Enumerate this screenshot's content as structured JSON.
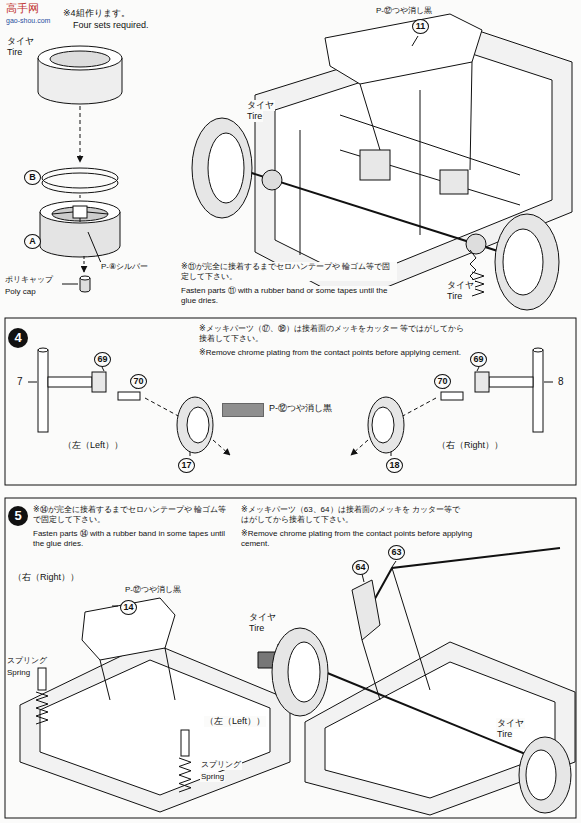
{
  "diagram": {
    "nodes": [
      {
        "text": [
          "4"
        ]
      },
      {
        "text": [
          "5"
        ]
      }
    ],
    "labels": [
      "高手网",
      "gao-shou.com",
      "※4組作ります。",
      "Four sets required.",
      "タイヤ",
      "Tire",
      "B",
      "A",
      "ポリキャップ",
      "Poly cap",
      "P-⑧シルバー",
      "P-⑫つや消し黒",
      "11",
      "タイヤ",
      "Tire",
      "※⑪が完全に接着するまでセロハンテープや 輪ゴム等で固定して下さい。",
      "Fasten parts ⑪ with a rubber band or some tapes until the glue dries.",
      "タイヤ",
      "Tire",
      "※メッキパーツ（⑰、⑱）は接着面のメッキをカッター 等ではがしてから接着して下さい。",
      "※Remove chrome plating from the contact points before applying cement.",
      "7",
      "69",
      "70",
      "（左（Left））",
      "17",
      "69",
      "70",
      "8",
      "18",
      "（右（Right））",
      "※⑭が完全に接着するまでセロハンテープや 輪ゴム等で固定して下さい。",
      "Fasten parts ⑭ with a rubber band in some tapes until the glue dries.",
      "※メッキパーツ（63、64）は接着面のメッキを カッター等ではがしてから接着して下さい。",
      "※Remove chrome plating from the contact points before applying cement.",
      "（右（Right））",
      "P-⑫つや消し黒",
      "14",
      "スプリング",
      "Spring",
      "（左（Left））",
      "スプリング",
      "Spring",
      "64",
      "63",
      "タイヤ",
      "Tire",
      "タイヤ",
      "Tire"
    ],
    "legend": [
      {
        "text": "P-⑫つや消し黒",
        "color": "#8f8f8f"
      }
    ]
  }
}
